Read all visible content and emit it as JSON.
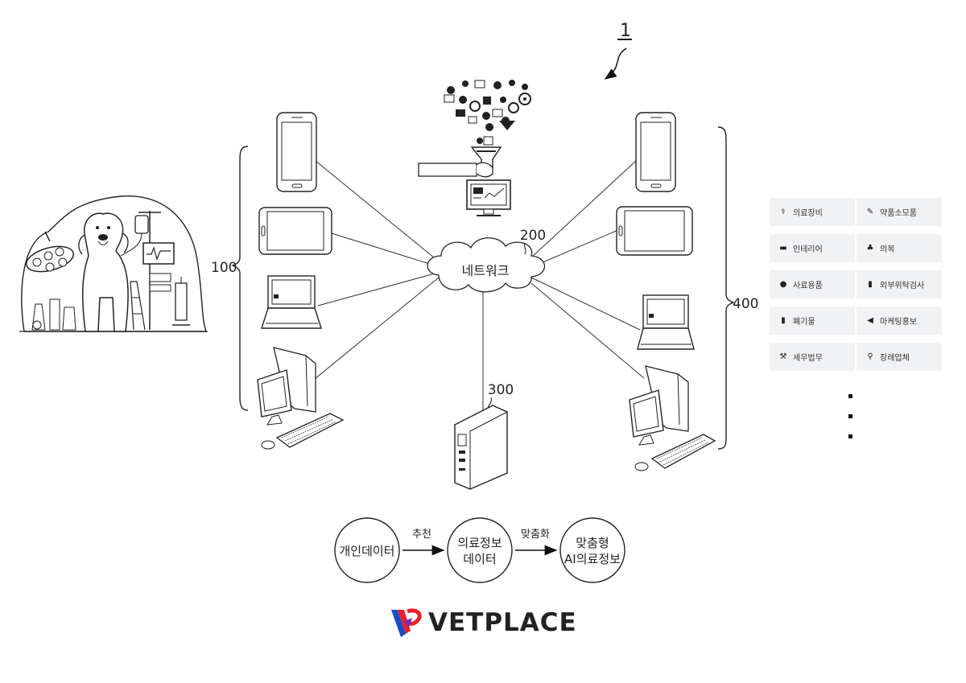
{
  "figure": {
    "ref_number": "1",
    "client_group_label": "100",
    "network_label": "네트워크",
    "network_ref": "200",
    "server_ref": "300",
    "partner_group_label": "400"
  },
  "flow": {
    "nodes": [
      {
        "line1": "개인데이터",
        "line2": ""
      },
      {
        "line1": "의료정보",
        "line2": "데이터"
      },
      {
        "line1": "맞춤형",
        "line2": "AI의료정보"
      }
    ],
    "edges": [
      "추천",
      "맞춤화"
    ]
  },
  "categories": [
    {
      "label": "의료장비",
      "icon": "stethoscope-icon",
      "glyph": "⚕"
    },
    {
      "label": "약품소모품",
      "icon": "syringe-icon",
      "glyph": "✎"
    },
    {
      "label": "인테리어",
      "icon": "sofa-icon",
      "glyph": "▬"
    },
    {
      "label": "의복",
      "icon": "shirt-icon",
      "glyph": "♣"
    },
    {
      "label": "사료용품",
      "icon": "bowl-icon",
      "glyph": "●"
    },
    {
      "label": "외부위탁검사",
      "icon": "test-tube-icon",
      "glyph": "▮"
    },
    {
      "label": "폐기물",
      "icon": "trash-icon",
      "glyph": "▮"
    },
    {
      "label": "마케팅홍보",
      "icon": "megaphone-icon",
      "glyph": "◀"
    },
    {
      "label": "세무법무",
      "icon": "gavel-icon",
      "glyph": "⚒"
    },
    {
      "label": "장례업체",
      "icon": "location-pin-icon",
      "glyph": "⚲"
    }
  ],
  "brand": {
    "name": "VETPLACE",
    "colors": {
      "red": "#e8202a",
      "blue": "#1a4fc4"
    }
  }
}
